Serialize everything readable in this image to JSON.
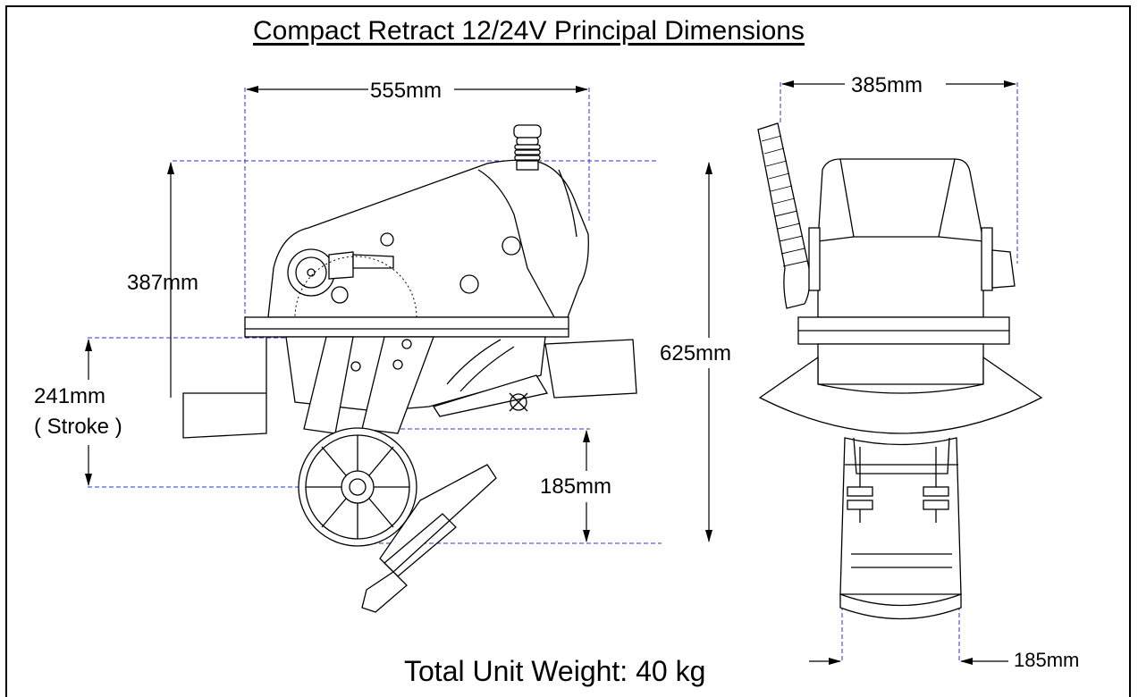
{
  "title": "Compact Retract 12/24V Principal Dimensions",
  "footer": "Total Unit Weight: 40 kg",
  "dimensions": {
    "length": "555mm",
    "height_upper": "387",
    "height_upper_unit": "mm",
    "stroke": "241mm",
    "stroke_note": "( Stroke )",
    "tunnel_diameter": "185mm",
    "total_height": "625mm",
    "width": "385mm",
    "front_tunnel_width_value": "185",
    "front_tunnel_width_unit": "mm"
  },
  "colors": {
    "line": "#000000",
    "extension_line": "#2a36d6"
  }
}
